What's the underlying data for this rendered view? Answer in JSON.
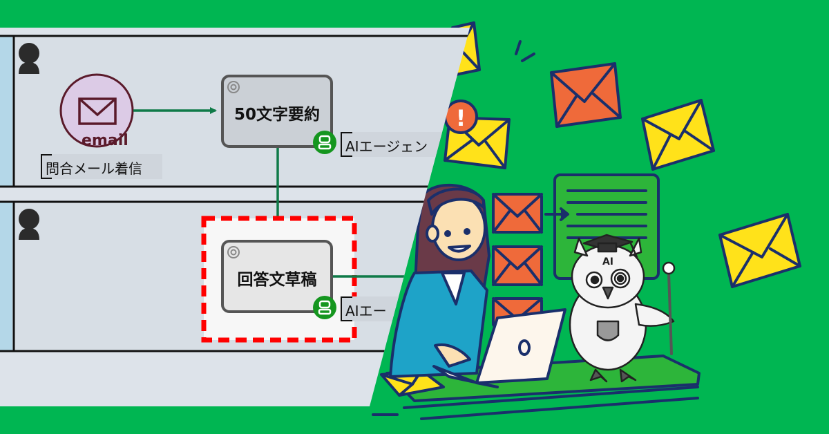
{
  "colors": {
    "background_green": "#00b652",
    "panel_bg": "#d7dee5",
    "lane_header_blue": "#b4d7e8",
    "flow_green": "#0f7a48",
    "highlight_red": "#ff0000",
    "agent_badge_green": "#15961f",
    "email_event_fill": "#dccbe6",
    "email_event_stroke": "#5a1a2a",
    "envelope_yellow": "#ffe21a",
    "envelope_orange": "#ef6a3a",
    "outline_navy": "#1a2f6b"
  },
  "diagram": {
    "lanes": [
      {
        "id": "lane-1",
        "icon": "user-icon"
      },
      {
        "id": "lane-2",
        "icon": "user-icon"
      }
    ],
    "start_event": {
      "type": "message-start-event",
      "icon": "envelope-icon",
      "caption": "email",
      "label": "問合メール着信"
    },
    "tasks": [
      {
        "id": "task-summary",
        "label": "50文字要約",
        "icon": "gear-icon",
        "agent_label": "AIエージェン",
        "agent_icon": "robot-icon"
      },
      {
        "id": "task-draft",
        "label": "回答文草稿",
        "icon": "gear-icon",
        "agent_label": "AIエー",
        "agent_icon": "robot-icon",
        "highlighted": true
      }
    ],
    "flows": [
      {
        "from": "start_event",
        "to": "task-summary"
      },
      {
        "from": "task-summary",
        "to": "task-draft"
      },
      {
        "from": "task-draft",
        "to": "offscreen"
      }
    ]
  },
  "illustration": {
    "badge_text": "AI",
    "alert_symbol": "!",
    "laptop_logo": "O"
  }
}
